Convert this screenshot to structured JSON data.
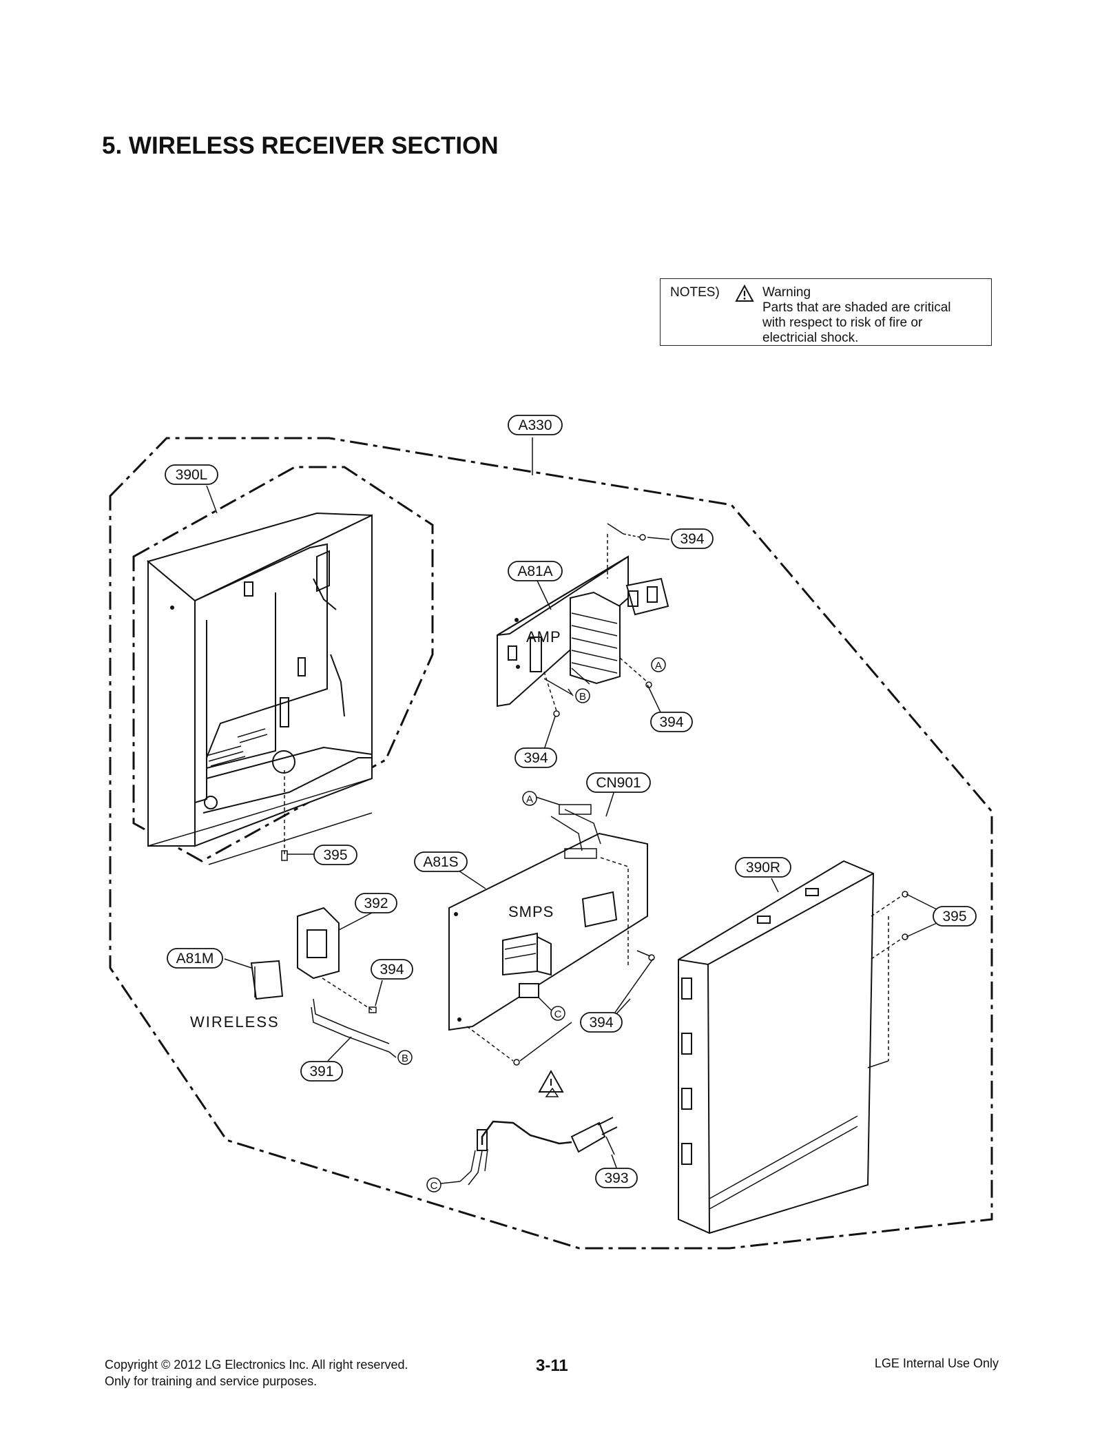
{
  "title": "5. WIRELESS RECEIVER SECTION",
  "notes": {
    "label": "NOTES)",
    "heading": "Warning",
    "lines": [
      "Parts that are shaded are critical",
      "with respect to risk of fire or",
      "electricial shock."
    ]
  },
  "callouts": {
    "a330": "A330",
    "390l": "390L",
    "394_top": "394",
    "a81a": "A81A",
    "394_mid": "394",
    "394_amp": "394",
    "cn901": "CN901",
    "395_left": "395",
    "a81s": "A81S",
    "390r": "390R",
    "395_right": "395",
    "392": "392",
    "a81m": "A81M",
    "394_wireless": "394",
    "394_smps": "394",
    "391": "391",
    "393": "393"
  },
  "board_labels": {
    "amp": "AMP",
    "smps": "SMPS",
    "wireless": "WIRELESS"
  },
  "markers": {
    "a_amp": "A",
    "b_amp": "B",
    "a_cn": "A",
    "c_smps": "C",
    "b_cable": "B",
    "c_cord": "C"
  },
  "footer": {
    "copyright": "Copyright © 2012 LG Electronics Inc. All right reserved.",
    "usage": "Only for training and service purposes.",
    "page": "3-11",
    "internal": "LGE Internal Use Only"
  }
}
